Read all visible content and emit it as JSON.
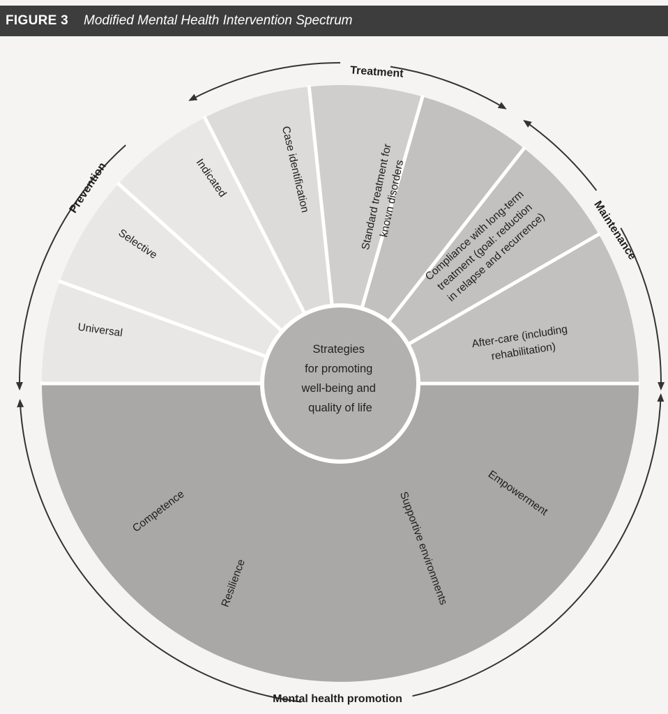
{
  "header": {
    "figure_label": "FIGURE 3",
    "figure_title": "Modified Mental Health Intervention Spectrum"
  },
  "diagram": {
    "center": [
      "Strategies",
      "for promoting",
      "well-being and",
      "quality of life"
    ],
    "phases": {
      "treatment": "Treatment",
      "prevention": "Prevention",
      "maintenance": "Maintenance",
      "promotion": "Mental health promotion"
    },
    "segments": {
      "universal": [
        "Universal"
      ],
      "selective": [
        "Selective"
      ],
      "indicated": [
        "Indicated"
      ],
      "case_identification": [
        "Case identification"
      ],
      "standard_treatment": [
        "Standard treatment for",
        "known disorders"
      ],
      "compliance": [
        "Compliance with long-term",
        "treatment (goal: reduction",
        "in relapse and recurrence)"
      ],
      "aftercare": [
        "After-care (including",
        "rehabilitation)"
      ]
    },
    "promotion_items": {
      "competence": "Competence",
      "resilience": "Resilience",
      "supportive_environments": "Supportive environments",
      "empowerment": "Empowerment"
    }
  },
  "colors": {
    "header_bg": "#3d3d3d",
    "page_bg": "#f5f4f2",
    "prevention_fill": "#e8e7e5",
    "case_id_fill": "#dcdbd9",
    "treatment_fill": "#cfcecc",
    "maintenance_fill": "#c2c1bf",
    "promotion_fill": "#a9a8a6",
    "center_fill": "#b2b1af"
  }
}
